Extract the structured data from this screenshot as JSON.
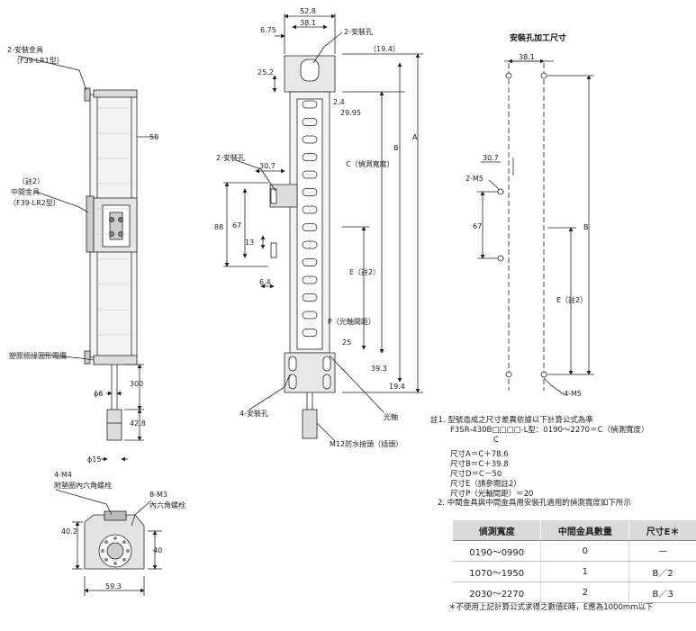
{
  "left_view": {
    "bracket_label": "2-安裝金具",
    "bracket_model": "（F39-LR1型）",
    "mid_note": "（註2）",
    "mid_label": "中間金具",
    "mid_model": "（F39-LR2型）",
    "cable_label": "塑膠絕緣圓形電纜",
    "dim_50": "50",
    "dim_phi6": "ϕ6",
    "dim_300": "300",
    "dim_42_8": "42.8",
    "dim_phi15": "ϕ15"
  },
  "center_view": {
    "dim_52_8": "52.8",
    "dim_38_1": "38.1",
    "dim_6_75": "6.75",
    "hole_top": "2-安裝孔",
    "dim_19_4_top": "（19.4）",
    "dim_25_2": "25.2",
    "dim_2_4": "2.4",
    "dim_29_95": "29.95",
    "hole_mid": "2-安裝孔",
    "dim_30_7": "30.7",
    "dim_88": "88",
    "dim_67": "67",
    "dim_13": "13",
    "dim_6_4": "6.4",
    "dim_A": "A",
    "dim_B": "B",
    "dim_C": "C（偵測寬度）",
    "dim_E": "E（註2）",
    "dim_P": "P（光軸間距）",
    "dim_25": "25",
    "dim_39_3": "39.3",
    "dim_19_4_bot": "19.4",
    "hole_bottom": "4-安裝孔",
    "optical_axis": "光軸",
    "connector": "M12防水接頭（插頭）"
  },
  "right_view": {
    "title": "安裝孔加工尺寸",
    "dim_38_1": "38.1",
    "dim_30_7": "30.7",
    "m5_2": "2-M5",
    "dim_67": "67",
    "dim_B": "B",
    "dim_E": "E（註2）",
    "m5_4": "4-M5"
  },
  "bottom_view": {
    "m4": "4-M4",
    "m4_desc": "附墊圈內六角螺栓",
    "m3": "8-M3",
    "m3_desc": "內六角螺栓",
    "dim_40_2": "40.2",
    "dim_40": "40",
    "dim_59_3": "59.3"
  },
  "notes": {
    "n1": "註1. 型號造成之尺寸差異依據以下計算公式為準",
    "n1_model": "F3SR-430B□□□□-L型：0190～2270＝C（偵測寬度）",
    "n1_c": "C",
    "fA": "尺寸A＝C＋78.6",
    "fB": "尺寸B＝C＋39.8",
    "fD": "尺寸D＝C－50",
    "fE": "尺寸E（請參閱註2）",
    "fP": "尺寸P（光軸間距）＝20",
    "n2": "2. 中間金具與中間金具用安裝孔適用的偵測寬度如下所示"
  },
  "table": {
    "headers": [
      "偵測寬度",
      "中間金具數量",
      "尺寸E＊"
    ],
    "rows": [
      [
        "0190～0990",
        "0",
        "—"
      ],
      [
        "1070～1950",
        "1",
        "B／2"
      ],
      [
        "2030～2270",
        "2",
        "B／3"
      ]
    ]
  },
  "footnote": "＊不使用上記計算公式求得之數值E時，E應為1000mm以下"
}
